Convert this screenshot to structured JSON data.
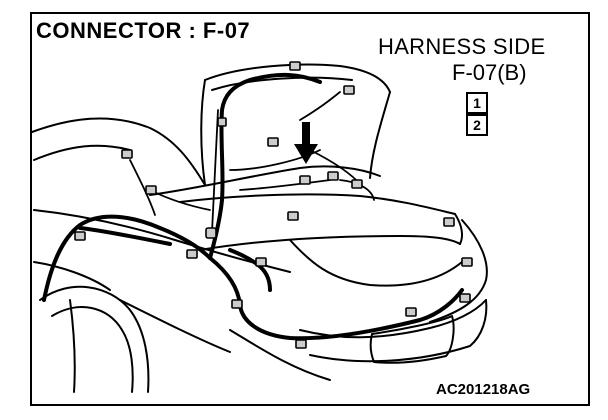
{
  "header": {
    "connector_title": "CONNECTOR : F-07",
    "harness_side": "HARNESS SIDE",
    "connector_id": "F-07(B)"
  },
  "connector_pins": [
    "1",
    "2"
  ],
  "footer": {
    "figure_code": "AC201218AG"
  },
  "colors": {
    "line": "#000000",
    "background": "#ffffff",
    "connector_fill": "#cccccc"
  }
}
